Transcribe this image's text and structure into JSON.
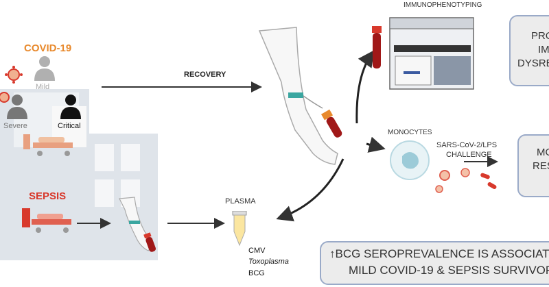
{
  "covid": {
    "title": "COVID-19",
    "severity": {
      "mild": "Mild",
      "severe": "Severe",
      "critical": "Critical"
    }
  },
  "sepsis": {
    "title": "SEPSIS"
  },
  "recovery": "RECOVERY",
  "plasma": {
    "title": "PLASMA",
    "tests": [
      "CMV",
      "Toxoplasma",
      "BCG"
    ]
  },
  "immuno": {
    "title": "IMMUNOPHENOTYPING"
  },
  "monocytes": {
    "title": "MONOCYTES",
    "challenge_line1": "SARS-CoV-2/LPS",
    "challenge_line2": "CHALLENGE"
  },
  "boxes": {
    "top": [
      "PRO",
      "IM",
      "DYSRE"
    ],
    "mid": [
      "MO",
      "RES",
      ""
    ],
    "bottom": [
      "↑BCG SEROPREVALENCE IS ASSOCIAT",
      "MILD COVID-19 & SEPSIS SURVIVOR"
    ]
  },
  "colors": {
    "covid": "#e8892c",
    "sepsis": "#d8392c",
    "box_border": "#9aaac8",
    "blood": "#a01818",
    "hospital": "#d7dde5"
  }
}
